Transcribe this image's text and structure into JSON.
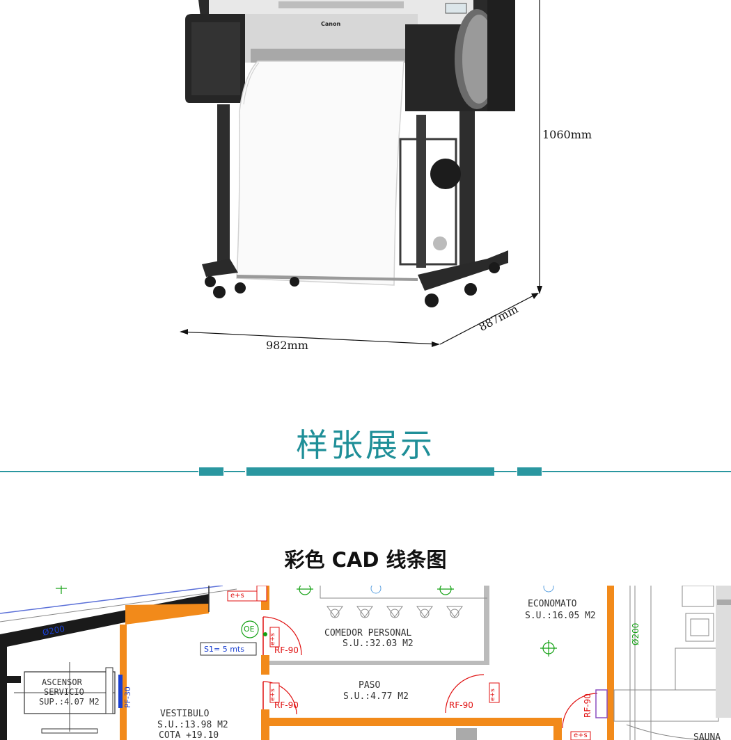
{
  "printer": {
    "brand": "Canon",
    "dimensions": {
      "height": "1060mm",
      "width": "982mm",
      "depth": "887mm"
    }
  },
  "sample_section": {
    "title": "样张展示"
  },
  "cad": {
    "title": "彩色 CAD 线条图",
    "rooms": [
      {
        "name": "ECONOMATO",
        "area": "S.U.:16.05  M2"
      },
      {
        "name": "COMEDOR PERSONAL",
        "area": "S.U.:32.03  M2"
      },
      {
        "name": "PASO",
        "area": "S.U.:4.77  M2"
      },
      {
        "name": "ASCENSOR",
        "name2": "SERVICIO",
        "area": "SUP.:4.07  M2"
      },
      {
        "name": "VESTIBULO",
        "area": "S.U.:13.98  M2",
        "extra": "COTA  +19.10"
      },
      {
        "name": "SAUNA"
      }
    ],
    "annotations": {
      "es1": "e+s",
      "es2": "e+s",
      "es3": "e+s",
      "es4": "e+s",
      "es5": "e+s",
      "oe": "OE",
      "s1": "S1= 5 mts",
      "rf1": "RF-90",
      "rf2": "RF-90",
      "rf3": "RF-90",
      "rf4": "RF-90",
      "pf": "PF-30",
      "dia1": "Ø200",
      "dia2": "Ø200"
    },
    "colors": {
      "wall": "#f28a1a",
      "door": "#e01010",
      "annotation": "#1a3fd0"
    }
  }
}
